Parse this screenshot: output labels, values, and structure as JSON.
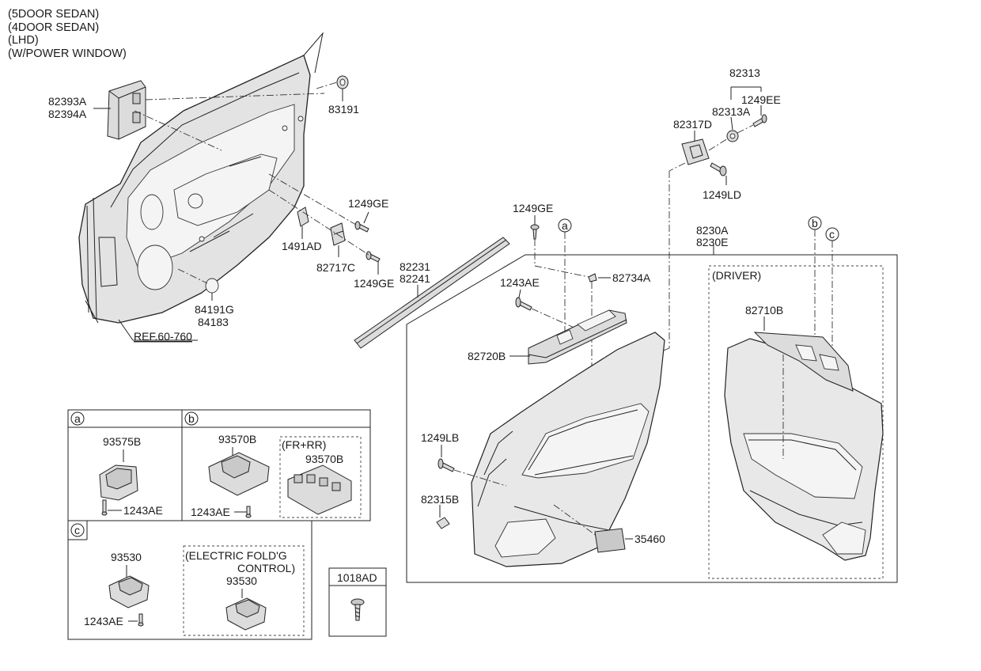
{
  "header_notes": [
    "(5DOOR SEDAN)",
    "(4DOOR SEDAN)",
    "(LHD)",
    "(W/POWER WINDOW)"
  ],
  "labels": {
    "p82393A": "82393A",
    "p82394A": "82394A",
    "p83191": "83191",
    "p1249GE_a": "1249GE",
    "p1491AD": "1491AD",
    "p82717C": "82717C",
    "p1249GE_b": "1249GE",
    "p84191G": "84191G",
    "p84183": "84183",
    "ref": "REF.60-760",
    "p82231": "82231",
    "p82241": "82241",
    "p1249GE_c": "1249GE",
    "p82313": "82313",
    "p1249EE": "1249EE",
    "p82313A": "82313A",
    "p82317D": "82317D",
    "p1249LD": "1249LD",
    "p8230A": "8230A",
    "p8230E": "8230E",
    "p1243AE_main": "1243AE",
    "p82734A": "82734A",
    "p82720B": "82720B",
    "p1249LB": "1249LB",
    "p82315B": "82315B",
    "p35460": "35460",
    "driver": "(DRIVER)",
    "p82710B": "82710B",
    "callout_a": "a",
    "callout_b": "b",
    "callout_c": "c"
  },
  "sub_panels": {
    "a": {
      "tag": "a",
      "part": "93575B",
      "screw": "1243AE"
    },
    "b": {
      "tag": "b",
      "part": "93570B",
      "screw": "1243AE",
      "variant_title": "(FR+RR)",
      "variant_part": "93570B"
    },
    "c": {
      "tag": "c",
      "part": "93530",
      "screw": "1243AE",
      "variant_title_1": "(ELECTRIC FOLD'G",
      "variant_title_2": "CONTROL)",
      "variant_part": "93530"
    },
    "bolt": {
      "part": "1018AD"
    }
  }
}
